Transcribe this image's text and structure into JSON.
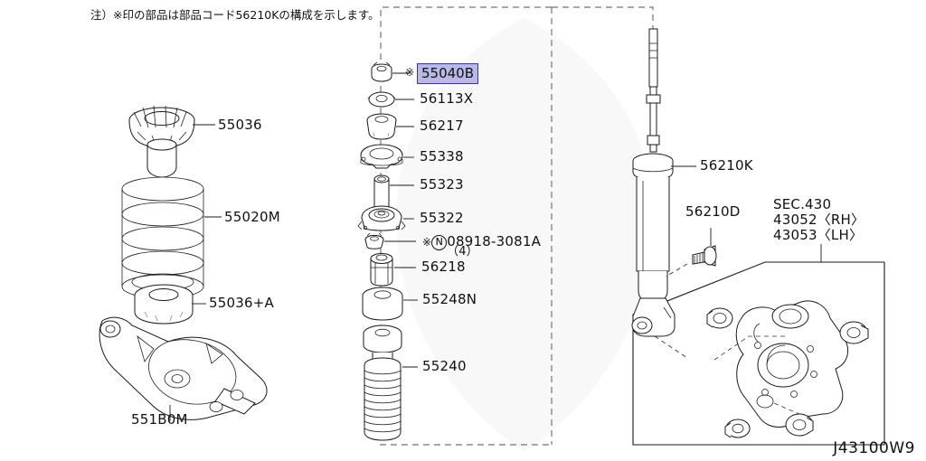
{
  "diagram": {
    "note": "注）※印の部品は部品コード56210Kの構成を示します。",
    "drawing_number": "J43100W9",
    "highlight_color": "#b9b9e4",
    "highlight_border": "#3a3a96"
  },
  "left_column": {
    "items": [
      {
        "label": "55036",
        "name": "strut-mount-insulator"
      },
      {
        "label": "55020M",
        "name": "coil-spring"
      },
      {
        "label": "55036+A",
        "name": "spring-lower-seat"
      },
      {
        "label": "551B0M",
        "name": "rear-lower-control-arm"
      }
    ]
  },
  "center_column": {
    "items": [
      {
        "label": "55040B",
        "name": "strut-nut",
        "highlighted": true,
        "star": "※"
      },
      {
        "label": "56113X",
        "name": "washer",
        "highlighted": false,
        "star": ""
      },
      {
        "label": "56217",
        "name": "upper-bushing",
        "highlighted": false,
        "star": ""
      },
      {
        "label": "55338",
        "name": "mount-plate",
        "highlighted": false,
        "star": ""
      },
      {
        "label": "55323",
        "name": "spacer-collar",
        "highlighted": false,
        "star": ""
      },
      {
        "label": "55322",
        "name": "strut-mount",
        "highlighted": false,
        "star": ""
      },
      {
        "label": "08918-3081A",
        "name": "mount-nut",
        "highlighted": false,
        "star": "※",
        "prefix": "N",
        "qty": "（4）"
      },
      {
        "label": "56218",
        "name": "lower-bushing",
        "highlighted": false,
        "star": ""
      },
      {
        "label": "55248N",
        "name": "bound-bumper-seat",
        "highlighted": false,
        "star": ""
      },
      {
        "label": "55240",
        "name": "dust-boot",
        "highlighted": false,
        "star": ""
      }
    ]
  },
  "right_column": {
    "shock_absorber": "56210K",
    "bolt": "56210D",
    "section_ref": {
      "line1": "SEC.430",
      "line2": "43052〈RH〉",
      "line3": "43053〈LH〉"
    }
  }
}
